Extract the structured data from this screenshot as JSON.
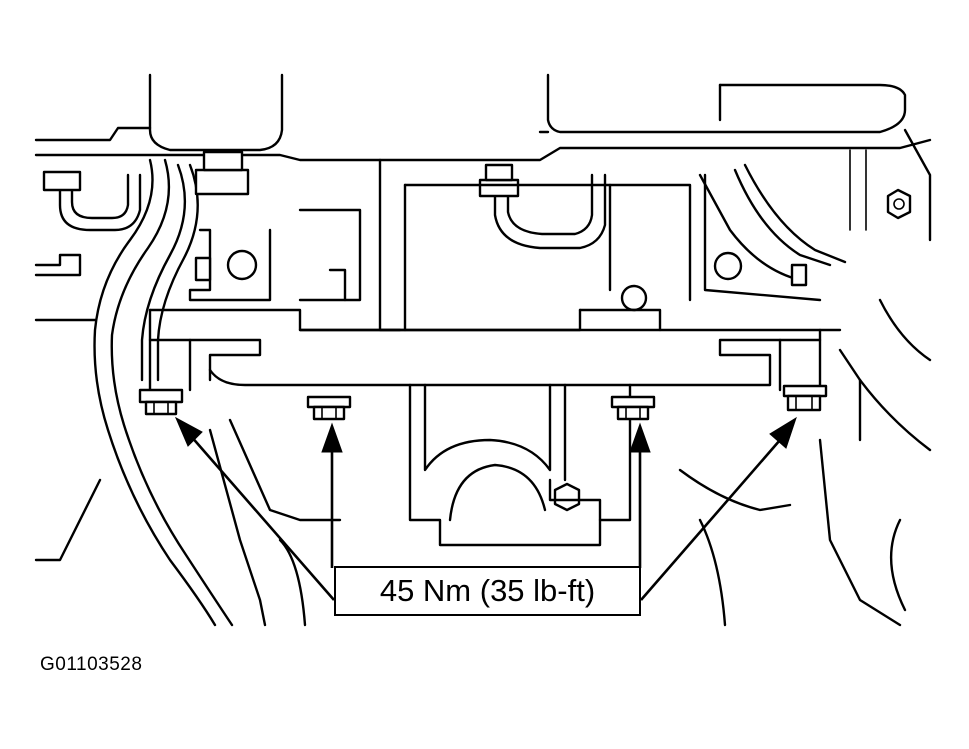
{
  "diagram": {
    "torque_callout": "45 Nm (35 lb-ft)",
    "figure_id": "G01103528",
    "fastener_count": 4,
    "colors": {
      "ink": "#000000",
      "paper": "#ffffff"
    }
  }
}
